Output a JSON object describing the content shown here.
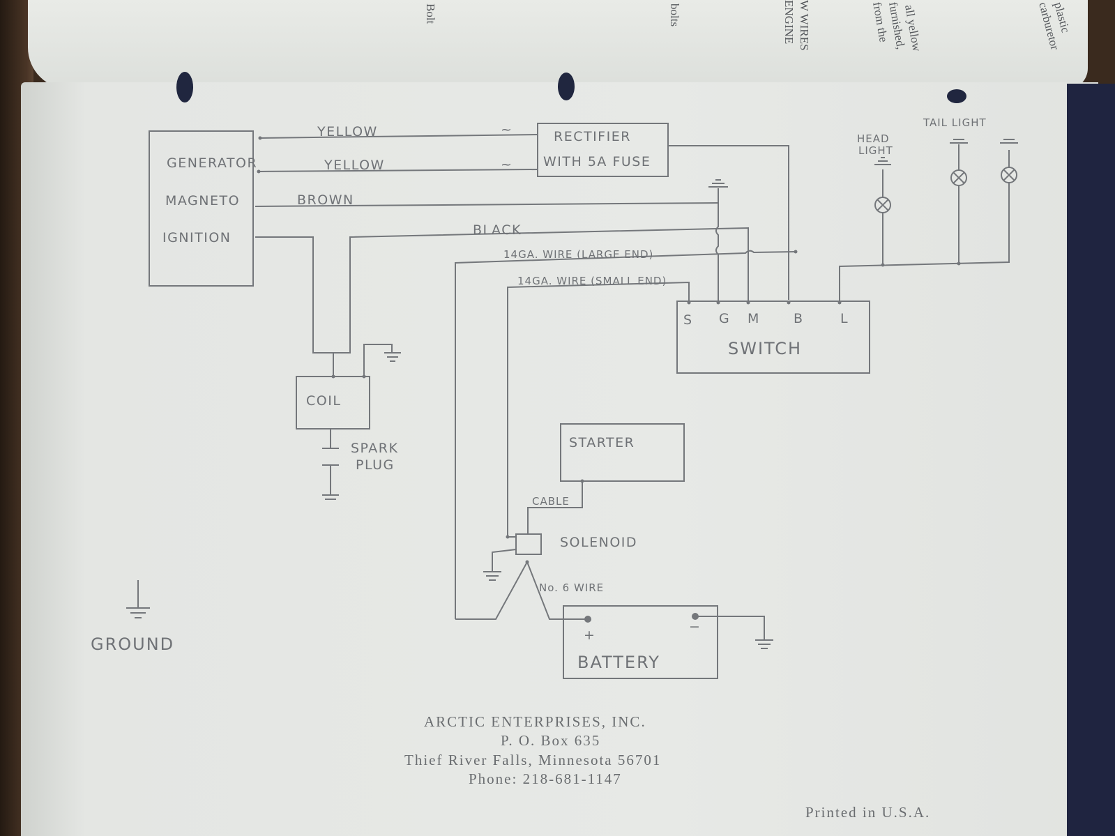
{
  "back_page": {
    "fragments": [
      "Bolt",
      "bolts",
      "W WIRES",
      "ENGINE",
      "all yellow",
      "furnished,",
      "from the",
      "plastic",
      "carburetor"
    ]
  },
  "diagram": {
    "components": {
      "generator": "GENERATOR",
      "magneto": "MAGNETO",
      "ignition": "IGNITION",
      "rectifier_line1": "RECTIFIER",
      "rectifier_line2": "WITH 5A FUSE",
      "coil": "COIL",
      "spark_plug_line1": "SPARK",
      "spark_plug_line2": "PLUG",
      "starter": "STARTER",
      "solenoid": "SOLENOID",
      "battery": "BATTERY",
      "battery_plus": "+",
      "battery_minus": "−",
      "switch": "SWITCH",
      "head_light_line1": "HEAD",
      "head_light_line2": "LIGHT",
      "tail_light": "TAIL LIGHT"
    },
    "terminals": [
      "S",
      "G",
      "M",
      "B",
      "L"
    ],
    "wires": {
      "yellow_1": "YELLOW",
      "yellow_2": "YELLOW",
      "brown": "BROWN",
      "black": "BLACK",
      "large_end": "14GA. WIRE (LARGE END)",
      "small_end": "14GA. WIRE (SMALL END)",
      "cable": "CABLE",
      "no6": "No. 6 WIRE",
      "ac_symbol": "~"
    },
    "ground_label": "GROUND"
  },
  "footer": {
    "company": "ARCTIC ENTERPRISES, INC.",
    "po_box": "P. O. Box 635",
    "city": "Thief River Falls, Minnesota 56701",
    "phone": "Phone: 218-681-1147",
    "printed": "Printed in U.S.A."
  },
  "colors": {
    "ink": "#74777b",
    "paper": "#e6e8e5",
    "binding": "#1f2440"
  }
}
